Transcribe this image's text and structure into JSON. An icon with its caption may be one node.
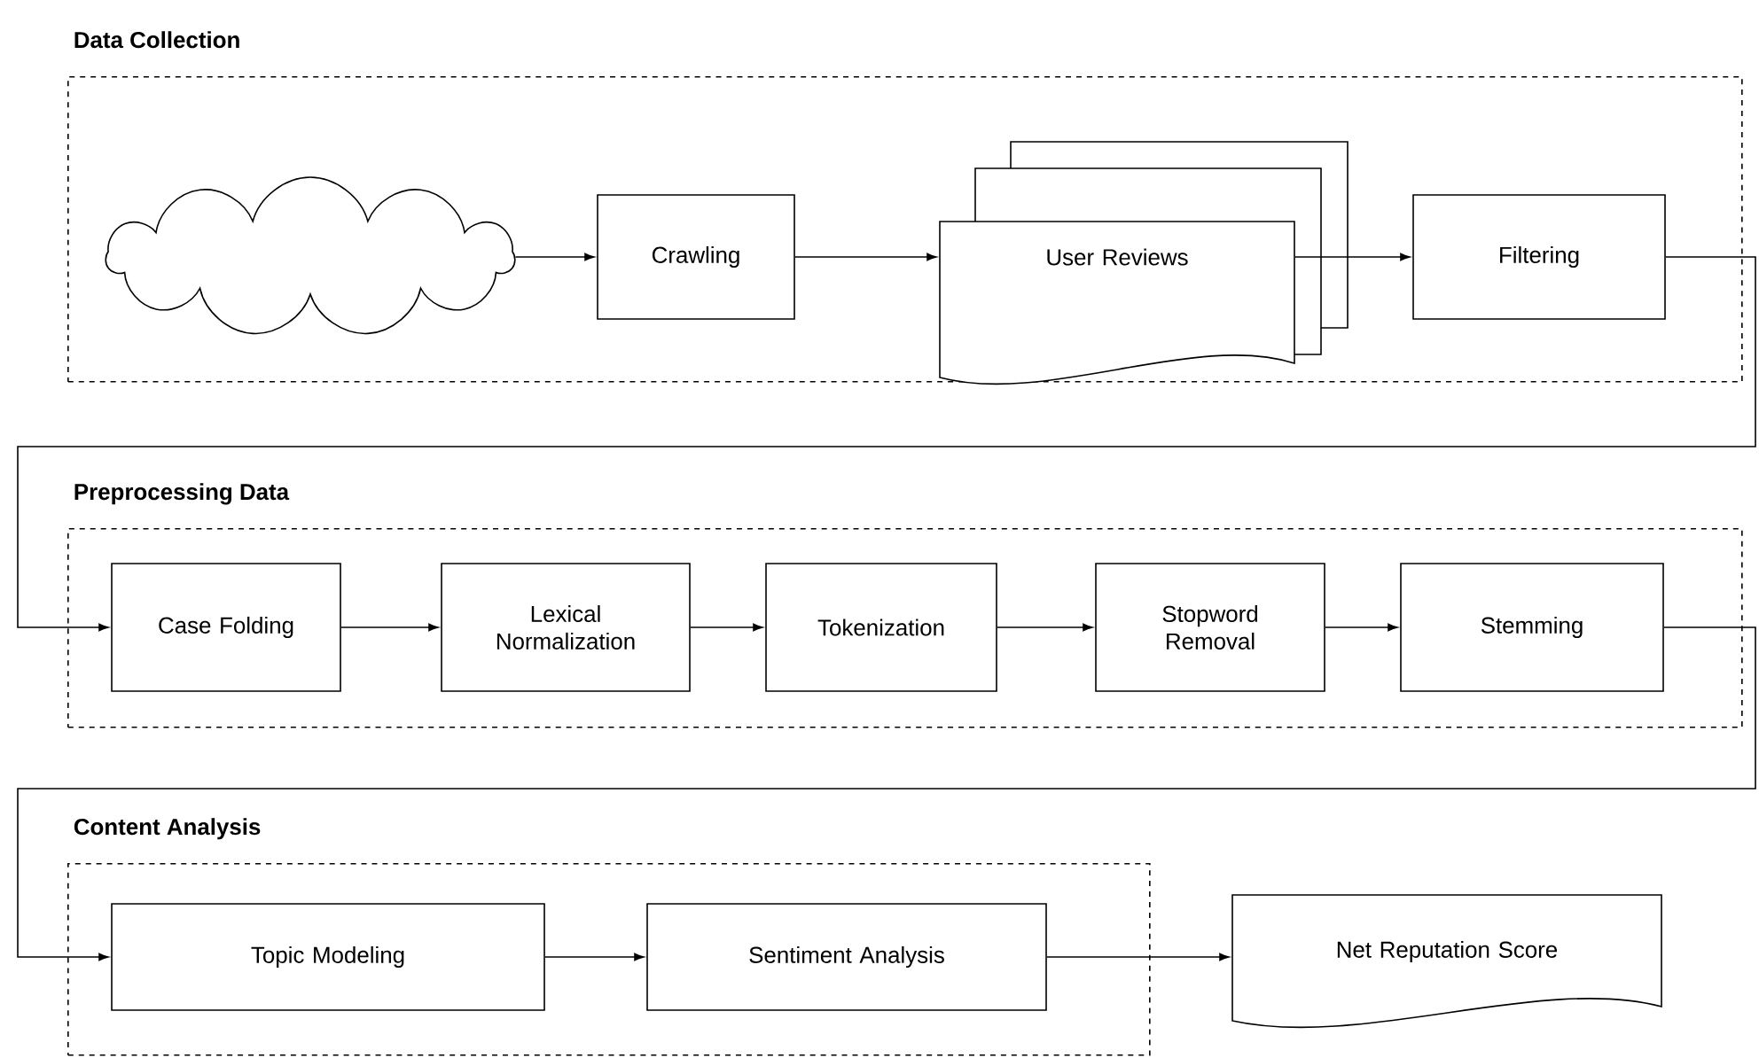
{
  "diagram": {
    "nodes": [
      {
        "text": [
          "Data Collection"
        ]
      },
      {
        "text": [],
        "shape": "cloud",
        "in": 0
      },
      {
        "text": [
          "Crawling"
        ],
        "in": 0
      },
      {
        "text": [
          "User Reviews"
        ],
        "in": 0
      },
      {
        "text": [
          "Filtering"
        ],
        "in": 0
      },
      {
        "text": [
          "Preprocessing Data"
        ]
      },
      {
        "text": [
          "Case Folding"
        ],
        "in": 5
      },
      {
        "text": [
          "Lexical Normalization"
        ],
        "in": 5
      },
      {
        "text": [
          "Tokenization"
        ],
        "in": 5
      },
      {
        "text": [
          "Stopword Removal"
        ],
        "in": 5
      },
      {
        "text": [
          "Stemming"
        ],
        "in": 5
      },
      {
        "text": [
          "Content Analysis"
        ]
      },
      {
        "text": [
          "Topic Modeling"
        ],
        "in": 11
      },
      {
        "text": [
          "Sentiment Analysis"
        ],
        "in": 11
      },
      {
        "text": [
          "Net Reputation Score"
        ]
      }
    ],
    "edges": [
      {
        "from": 1,
        "to": 2,
        "arrow": "to"
      },
      {
        "from": 2,
        "to": 3,
        "arrow": "to"
      },
      {
        "from": 3,
        "to": 4,
        "arrow": "to"
      },
      {
        "from": 4,
        "to": 6,
        "arrow": "to"
      },
      {
        "from": 6,
        "to": 7,
        "arrow": "to"
      },
      {
        "from": 7,
        "to": 8,
        "arrow": "to"
      },
      {
        "from": 8,
        "to": 9,
        "arrow": "to"
      },
      {
        "from": 9,
        "to": 10,
        "arrow": "to"
      },
      {
        "from": 10,
        "to": 12,
        "arrow": "to"
      },
      {
        "from": 12,
        "to": 13,
        "arrow": "to"
      },
      {
        "from": 13,
        "to": 14,
        "arrow": "to"
      }
    ]
  }
}
